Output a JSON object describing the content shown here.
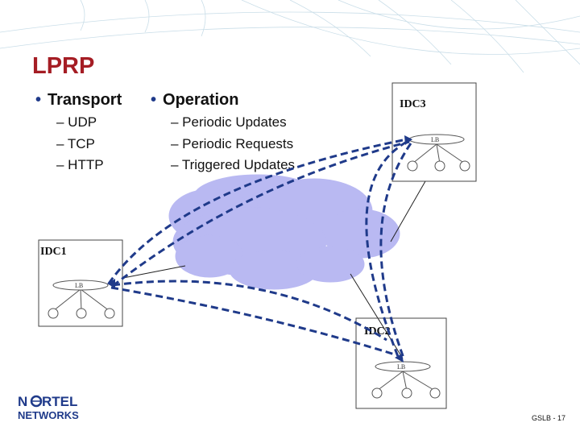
{
  "title": "LPRP",
  "transport": {
    "heading": "Transport",
    "items": [
      "– UDP",
      "– TCP",
      "– HTTP"
    ]
  },
  "operation": {
    "heading": "Operation",
    "items": [
      "– Periodic Updates",
      "– Periodic Requests",
      "– Triggered Updates"
    ]
  },
  "diagram": {
    "idc1": "IDC1",
    "idc2": "IDC2",
    "idc3": "IDC3",
    "lb": "LB"
  },
  "logo": {
    "line1": "NORTEL",
    "line2": "NETWORKS"
  },
  "footer": "GSLB - 17",
  "colors": {
    "title": "#a51d24",
    "cloud": "#b9b9f2",
    "dashed_link": "#1f3a8a",
    "grid_lines": "#9ec3d6"
  }
}
